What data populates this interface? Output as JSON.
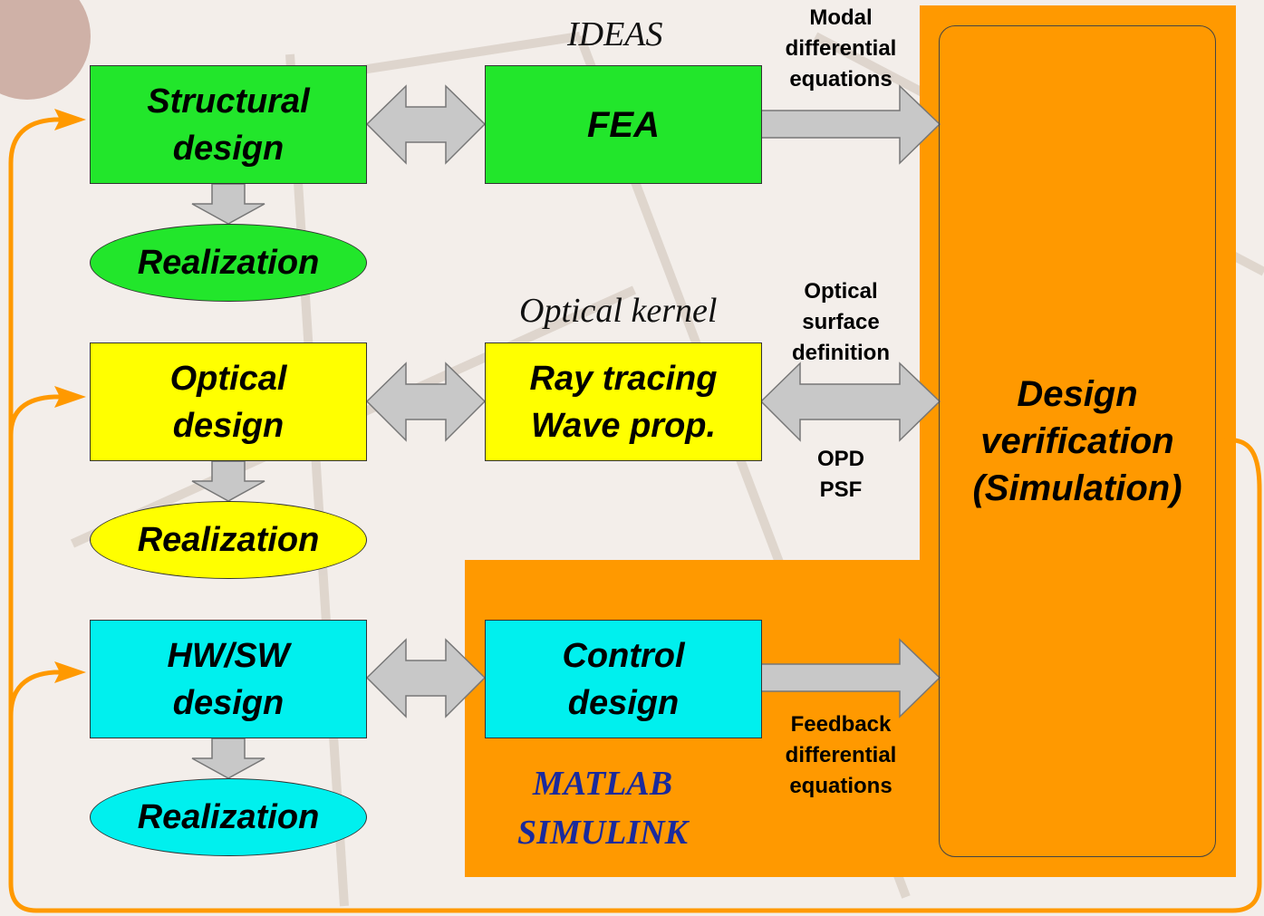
{
  "diagram": {
    "blocks": {
      "structural_design": "Structural\ndesign",
      "optical_design": "Optical\ndesign",
      "hwsw_design": "HW/SW\ndesign",
      "fea": "FEA",
      "ray_tracing": "Ray tracing\nWave prop.",
      "control_design": "Control\ndesign",
      "design_verification": "Design\nverification\n(Simulation)"
    },
    "realization_labels": [
      "Realization",
      "Realization",
      "Realization"
    ],
    "tools": {
      "ideas": "IDEAS",
      "optical_kernel": "Optical kernel",
      "matlab_simulink": "MATLAB\nSIMULINK"
    },
    "connection_labels": {
      "modal": "Modal\ndifferential\nequations",
      "optical_surface": "Optical\nsurface\ndefinition",
      "opd_psf": "OPD\nPSF",
      "feedback": "Feedback\ndifferential\nequations"
    },
    "colors": {
      "structural": "#22e62b",
      "optical": "#ffff00",
      "control": "#00f0ee",
      "simulation_region": "#ff9900",
      "arrow_fill": "#c8c8c8",
      "matlab_text": "#1a2a9c"
    }
  }
}
